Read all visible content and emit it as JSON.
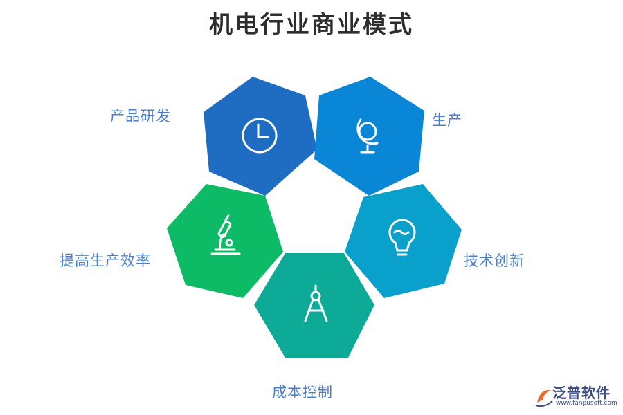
{
  "title": "机电行业商业模式",
  "segments": [
    {
      "id": "product-rd",
      "label": "产品研发",
      "icon": "clock-icon",
      "color": "#1f6cc3"
    },
    {
      "id": "production",
      "label": "生产",
      "icon": "globe-icon",
      "color": "#0a86d6"
    },
    {
      "id": "tech-innovation",
      "label": "技术创新",
      "icon": "lightbulb-icon",
      "color": "#0aa0cc"
    },
    {
      "id": "cost-control",
      "label": "成本控制",
      "icon": "compass-icon",
      "color": "#0eaa98"
    },
    {
      "id": "efficiency",
      "label": "提高生产效率",
      "icon": "microscope-icon",
      "color": "#0dbb66"
    }
  ],
  "logo": {
    "name": "泛普软件",
    "url": "www.fanpusoft.com"
  }
}
